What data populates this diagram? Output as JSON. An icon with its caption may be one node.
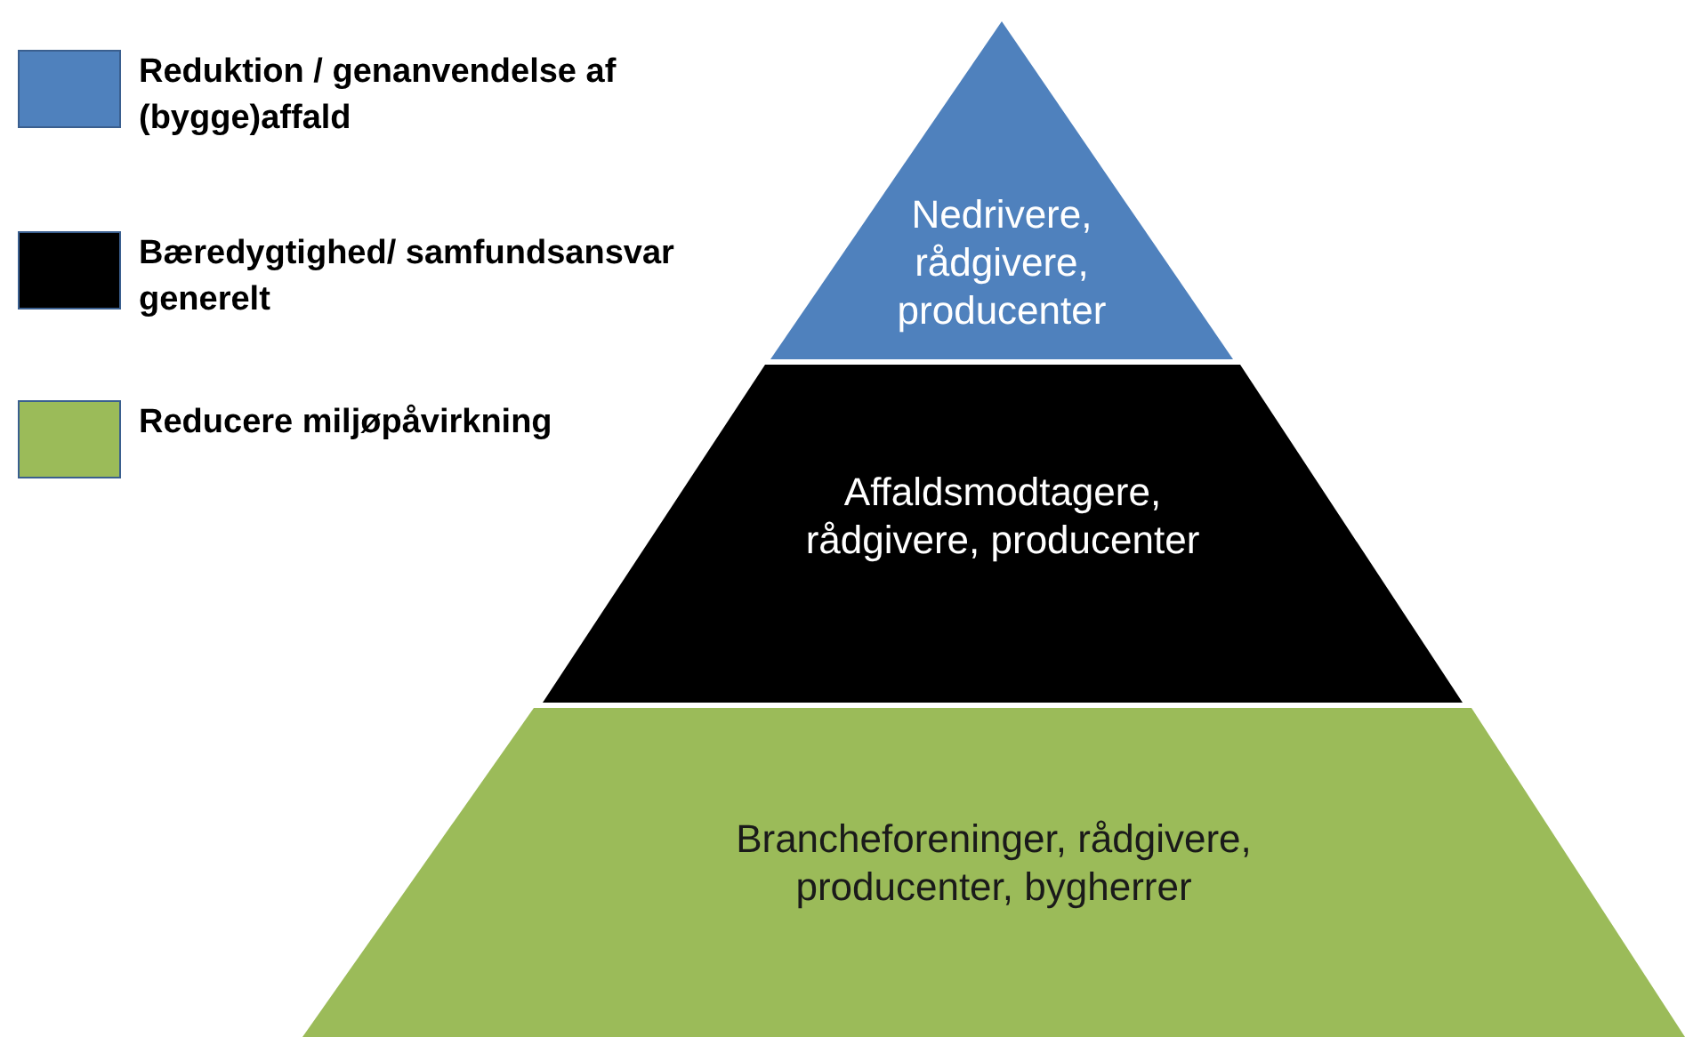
{
  "diagram": {
    "nodes": [
      {
        "text": [
          "Nedrivere, rådgivere, producenter"
        ]
      },
      {
        "text": [
          "Affaldsmodtagere, rådgivere, producenter"
        ]
      },
      {
        "text": [
          "Brancheforeninger, rådgivere, producenter, bygherrer"
        ]
      }
    ],
    "edges": [],
    "legend": [
      {
        "text": "Reduktion / genanvendelse af (bygge)affald",
        "color": "#4f81bd"
      },
      {
        "text": "Bæredygtighed/ samfundsansvar generelt",
        "color": "#000000"
      },
      {
        "text": "Reducere miljøpåvirkning",
        "color": "#9bbb59"
      }
    ]
  }
}
